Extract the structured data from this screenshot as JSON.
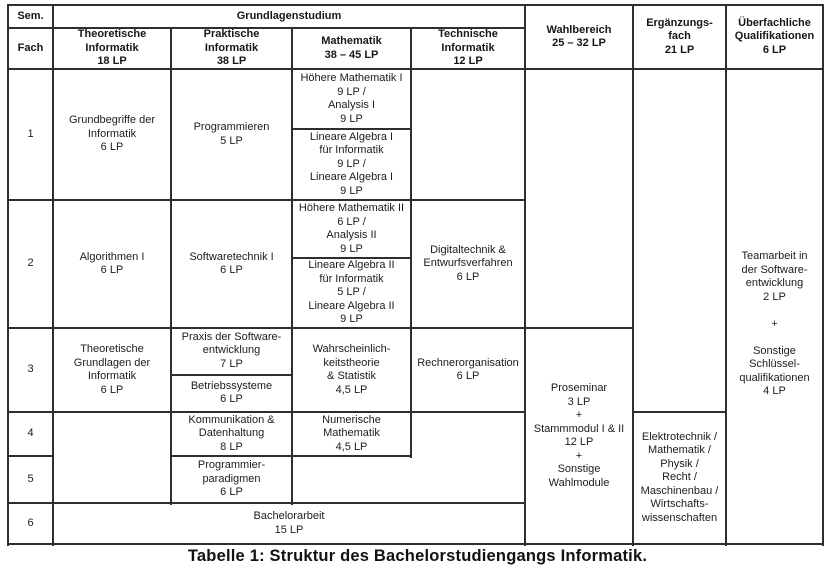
{
  "caption": "Tabelle 1: Struktur des Bachelorstudiengangs Informatik.",
  "table": {
    "header": {
      "sem": "Sem.",
      "fach": "Fach",
      "grundlagenstudium": "Grundlagenstudium",
      "theoretische_informatik": "Theoretische\nInformatik\n18 LP",
      "praktische_informatik": "Praktische\nInformatik\n38 LP",
      "mathematik": "Mathematik\n38 – 45 LP",
      "technische_informatik": "Technische\nInformatik\n12 LP",
      "wahlbereich": "Wahlbereich\n25 – 32 LP",
      "ergaenzungsfach": "Ergänzungs-\nfach\n21 LP",
      "ueberfachliche_qualifikationen": "Überfachliche\nQualifikationen\n6 LP"
    },
    "semesters": [
      "1",
      "2",
      "3",
      "4",
      "5",
      "6"
    ],
    "cells": {
      "grundbegriffe": "Grundbegriffe der\nInformatik\n6 LP",
      "programmieren": "Programmieren\n5 LP",
      "hoehere_mathematik_1": "Höhere Mathematik I\n9 LP /\nAnalysis I\n9 LP",
      "lineare_algebra_1": "Lineare Algebra I\nfür Informatik\n9 LP /\nLineare Algebra I\n9 LP",
      "algorithmen_1": "Algorithmen I\n6 LP",
      "softwaretechnik_1": "Softwaretechnik I\n6 LP",
      "hoehere_mathematik_2": "Höhere Mathematik II\n6 LP /\nAnalysis II\n9 LP",
      "lineare_algebra_2": "Lineare Algebra II\nfür Informatik\n5 LP /\nLineare Algebra II\n9 LP",
      "digitaltechnik": "Digitaltechnik &\nEntwurfsverfahren\n6 LP",
      "theoretische_grundlagen": "Theoretische\nGrundlagen der\nInformatik\n6 LP",
      "praxis_softwareentwicklung": "Praxis der Software-\nentwicklung\n7 LP",
      "betriebssysteme": "Betriebssysteme\n6 LP",
      "wahrscheinlichkeitstheorie": "Wahrscheinlich-\nkeitstheorie\n& Statistik\n4,5 LP",
      "rechnerorganisation": "Rechnerorganisation\n6 LP",
      "kommunikation_datenhaltung": "Kommunikation &\nDatenhaltung\n8 LP",
      "numerische_mathematik": "Numerische\nMathematik\n4,5 LP",
      "programmierparadigmen": "Programmier-\nparadigmen\n6 LP",
      "bachelorarbeit": "Bachelorarbeit\n15 LP",
      "wahlbereich_inhalt": "Proseminar\n3 LP\n+\nStammmodul I & II\n12 LP\n+\nSonstige\nWahlmodule",
      "ergaenzungsfach_inhalt": "Elektrotechnik /\nMathematik /\nPhysik /\nRecht /\nMaschinenbau /\nWirtschafts-\nwissenschaften",
      "ueberfachliche_inhalt": "Teamarbeit in\nder Software-\nentwicklung\n2 LP\n\n+\n\nSonstige\nSchlüssel-\nqualifikationen\n4 LP"
    }
  }
}
